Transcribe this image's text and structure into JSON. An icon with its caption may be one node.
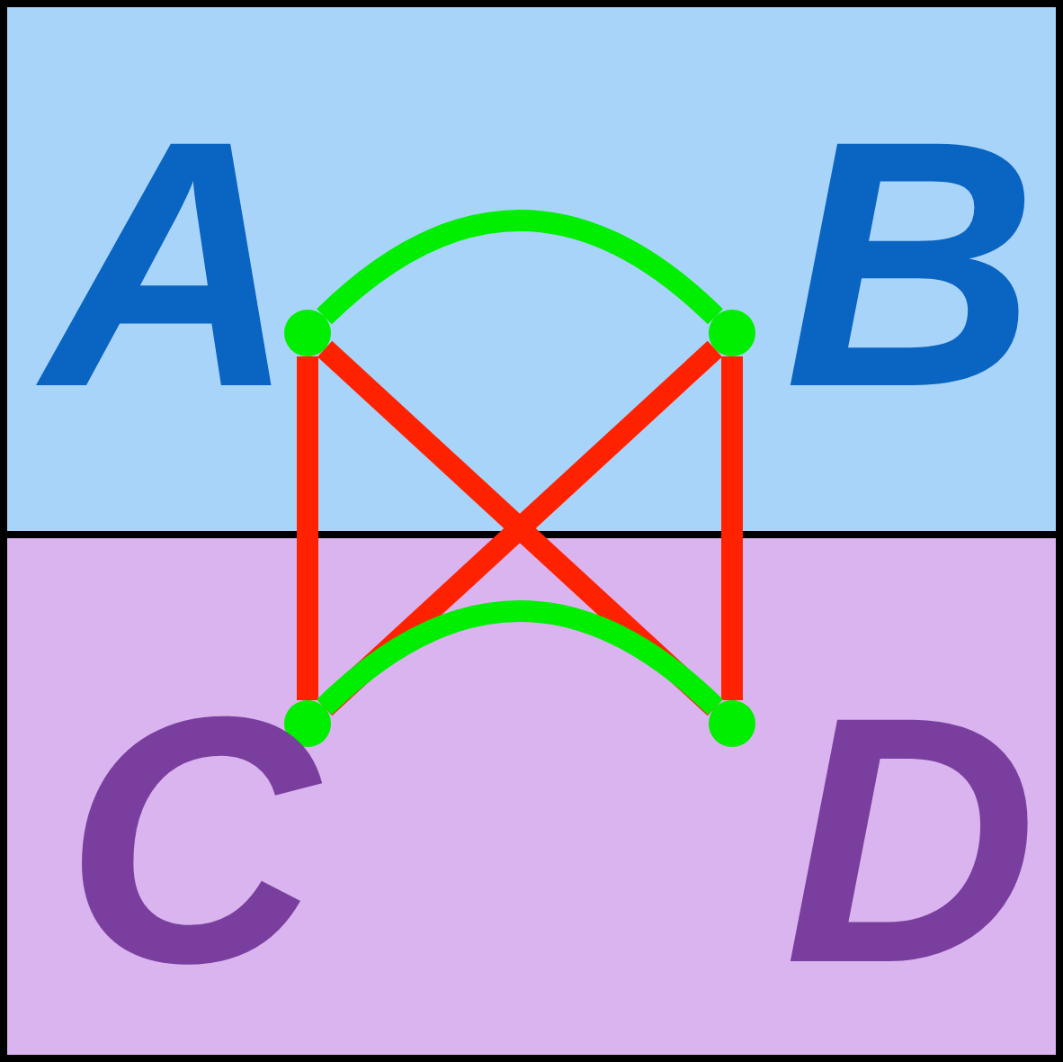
{
  "diagram": {
    "nodes": [
      {
        "text": [],
        "shape": "box"
      },
      {
        "text": [],
        "shape": "box"
      },
      {
        "text": [],
        "shape": "circle",
        "beside": [
          "A"
        ],
        "in": 0
      },
      {
        "text": [],
        "shape": "circle",
        "beside": [
          "B"
        ],
        "in": 0
      },
      {
        "text": [],
        "shape": "circle",
        "beside": [
          "C"
        ],
        "in": 1
      },
      {
        "text": [],
        "shape": "circle",
        "beside": [
          "D"
        ],
        "in": 1
      }
    ],
    "edges": [
      {
        "from": 2,
        "to": 3,
        "arrow": "none",
        "color": "#00ee00"
      },
      {
        "from": 2,
        "to": 4,
        "arrow": "none"
      },
      {
        "from": 2,
        "to": 5,
        "arrow": "none"
      },
      {
        "from": 3,
        "to": 4,
        "arrow": "none"
      },
      {
        "from": 3,
        "to": 5,
        "arrow": "none"
      },
      {
        "from": 4,
        "to": 5,
        "arrow": "none",
        "color": "#00ee00"
      }
    ]
  }
}
